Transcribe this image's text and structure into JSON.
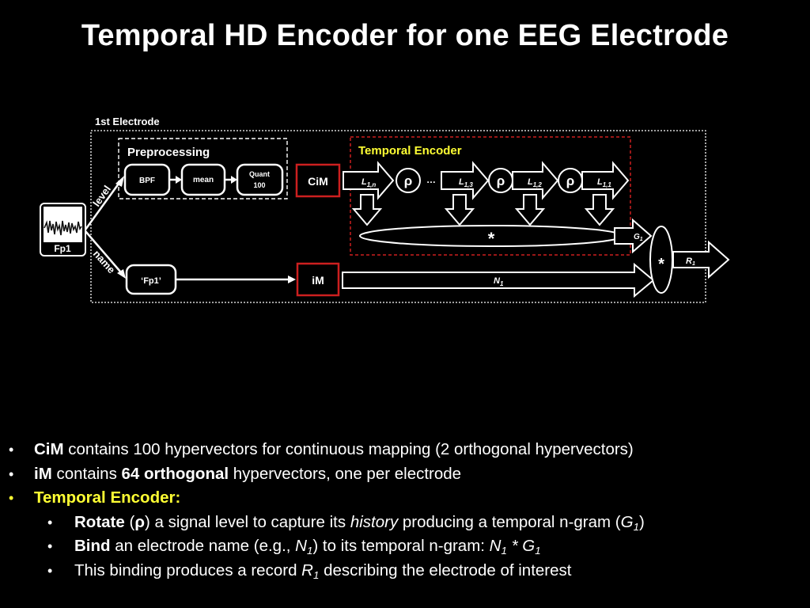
{
  "slide": {
    "title": "Temporal HD Encoder for one EEG Electrode"
  },
  "diagram": {
    "electrode_label": "1st Electrode",
    "electrode_name": "Fp1",
    "branch_level": "level",
    "branch_name": "name",
    "preprocessing": {
      "label": "Preprocessing",
      "bpf": "BPF",
      "mean": "mean",
      "quant_line1": "Quant",
      "quant_line2": "100"
    },
    "cim": "CiM",
    "im": "iM",
    "name_input": "‘Fp1’",
    "temporal_encoder": {
      "label": "Temporal Encoder",
      "rho": "ρ",
      "ellipsis": "…",
      "l1n": "L",
      "l1n_sub": "1,n",
      "l13": "L",
      "l13_sub": "1,3",
      "l12": "L",
      "l12_sub": "1,2",
      "l11": "L",
      "l11_sub": "1,1",
      "bind_star": "*"
    },
    "g1": "G",
    "g1_sub": "1",
    "n1": "N",
    "n1_sub": "1",
    "final_star": "*",
    "r1": "R",
    "r1_sub": "1",
    "colors": {
      "accent_red": "#cc1f1f",
      "highlight_yellow": "#ffff33",
      "stroke": "#ffffff"
    }
  },
  "bullets": {
    "b1_bold": "CiM",
    "b1_text": " contains 100 hypervectors for continuous mapping (2 orthogonal  hypervectors)",
    "b2_bold": "iM",
    "b2_text1": " contains ",
    "b2_bold2": "64 orthogonal",
    "b2_text2": " hypervectors, one per electrode",
    "b3_label": "Temporal Encoder:",
    "s1_bold": "Rotate",
    "s1_t1": " (",
    "s1_rho": "ρ",
    "s1_t2": ") a signal level to capture its ",
    "s1_em": "history",
    "s1_t3": " producing a temporal n-gram (",
    "s1_g": "G",
    "s1_sub": "1",
    "s1_t4": ")",
    "s2_bold": "Bind",
    "s2_t1": " an electrode name (e.g., ",
    "s2_n": "N",
    "s2_nsub": "1",
    "s2_t2": ") to its temporal n-gram: ",
    "s2_n2": "N",
    "s2_n2sub": "1",
    "s2_star": " * ",
    "s2_g": "G",
    "s2_gsub": "1",
    "s3_t1": "This binding produces a record ",
    "s3_r": "R",
    "s3_rsub": "1",
    "s3_t2": " describing the electrode of interest"
  }
}
